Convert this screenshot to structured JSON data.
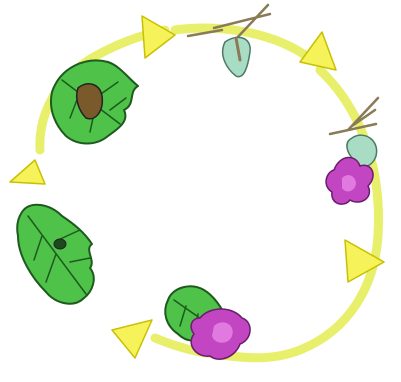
{
  "diagram": {
    "kind": "life-cycle",
    "arrow_count": 5,
    "stage_count": 5,
    "stages": [
      {
        "name": "rolled-leaf-with-caterpillar"
      },
      {
        "name": "moth-on-leaf"
      },
      {
        "name": "moth-with-purple-flower"
      },
      {
        "name": "purple-flower-with-leaf"
      },
      {
        "name": "leaf-with-hole"
      }
    ]
  },
  "colors": {
    "background": "#ffffff",
    "ring": "#e8ef6a",
    "ring_dark": "#b9c22a",
    "arrow": "#f6f25a",
    "arrow_outline": "#c8c000",
    "leaf": "#4fc24a",
    "leaf_light": "#7ed86a",
    "leaf_outline": "#1d5a1d",
    "moth_wing": "#a9dcc4",
    "moth_body": "#8a7b55",
    "flower": "#c246c2",
    "flower_light": "#e07ae0",
    "outline": "#222222"
  }
}
